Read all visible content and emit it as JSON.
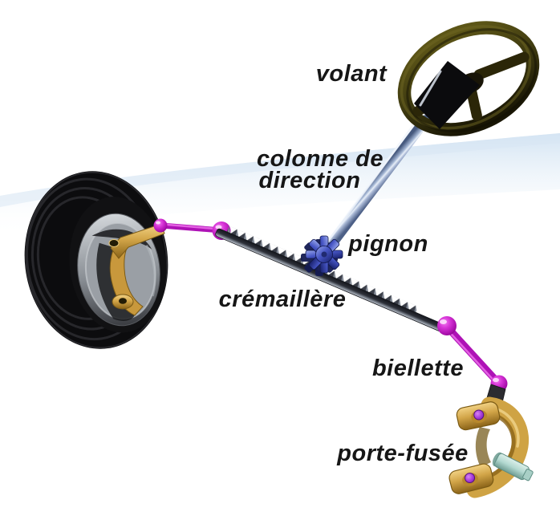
{
  "diagram": {
    "labels": {
      "volant": "volant",
      "colonne_line1": "colonne de",
      "colonne_line2": "direction",
      "pignon": "pignon",
      "cremaillere": "crémaillère",
      "biellette": "biellette",
      "porte_fusee": "porte-fusée"
    },
    "parts": [
      {
        "id": "volant",
        "label": "volant",
        "color": "#3e3a10"
      },
      {
        "id": "colonne-de-direction",
        "label": "colonne de direction",
        "color": "#a4b6d4"
      },
      {
        "id": "pignon",
        "label": "pignon",
        "color": "#4655c4"
      },
      {
        "id": "cremaillere",
        "label": "crémaillère",
        "color": "#2e313a"
      },
      {
        "id": "biellette",
        "label": "biellette",
        "color": "#c020c4"
      },
      {
        "id": "porte-fusee",
        "label": "porte-fusée",
        "color": "#d2a548"
      }
    ],
    "colors": {
      "background": "#ffffff",
      "background_band": "#d8e6f4",
      "tie_rod_magenta": "#c020c4",
      "column_steel_blue": "#a4b6d4",
      "pinion_blue": "#4655c4",
      "rack_gray": "#2e313a",
      "wheel_ring_olive": "#3e3a10",
      "knuckle_gold": "#d2a548",
      "stub_axle_cyan": "#b2d8d0",
      "bolt_purple": "#a43ad8",
      "tire_black": "#0c0c0e",
      "label_text": "#161616"
    }
  }
}
